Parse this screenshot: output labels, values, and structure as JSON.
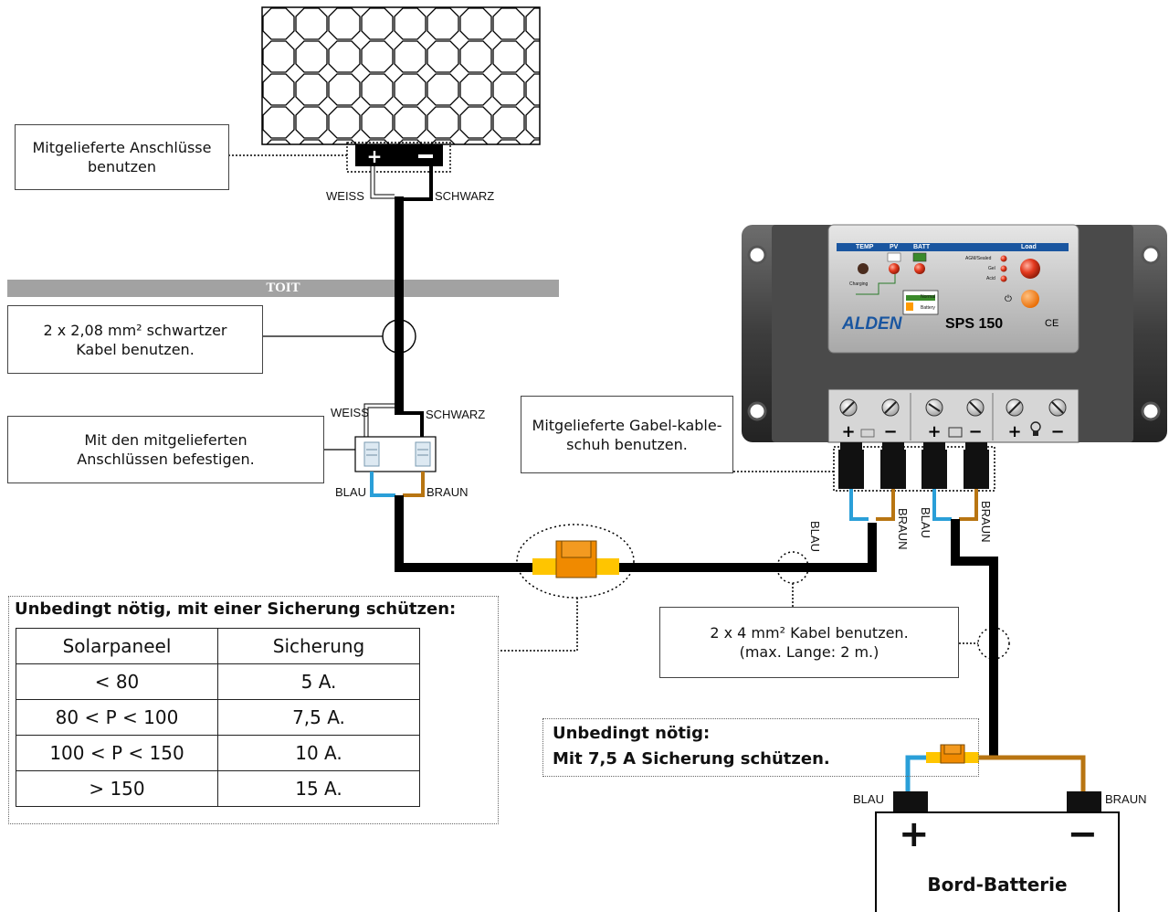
{
  "labels": {
    "weiss_top": "WEISS",
    "schwarz_top": "SCHWARZ",
    "weiss_mid": "WEISS",
    "schwarz_mid": "SCHWARZ",
    "blau_left": "BLAU",
    "braun_left": "BRAUN",
    "roof": "TOIT",
    "blau_c1": "BLAU",
    "braun_c1": "BRAUN",
    "blau_c2": "BLAU",
    "braun_c2": "BRAUN",
    "blau_bat": "BLAU",
    "braun_bat": "BRAUN"
  },
  "callouts": {
    "connectors": "Mitgelieferte Anschlüsse\nbenutzen",
    "cable_208": "2 x 2,08 mm² schwartzer\nKabel benutzen.",
    "attach": "Mit den mitgelieferten\nAnschlüssen befestigen.",
    "fork": "Mitgelieferte Gabel-kable-\nschuh benutzen.",
    "cable_4": "2 x 4 mm² Kabel benutzen.\n(max. Lange: 2 m.)"
  },
  "fuse_warning": {
    "title": "Unbedingt nötig, mit einer Sicherung schützen:",
    "headers": [
      "Solarpaneel",
      "Sicherung"
    ],
    "rows": [
      [
        "< 80",
        "5 A."
      ],
      [
        "80 < P < 100",
        "7,5 A."
      ],
      [
        "100 < P < 150",
        "10 A."
      ],
      [
        "> 150",
        "15 A."
      ]
    ]
  },
  "battery_warning": {
    "line1": "Unbedingt nötig:",
    "line2": "Mit 7,5 A Sicherung schützen."
  },
  "controller": {
    "brand": "ALDEN",
    "model": "SPS 150",
    "ce": "CE",
    "temp": "TEMP",
    "pv": "PV",
    "batt": "BATT",
    "load": "Load",
    "agm": "AGM/Sealed",
    "gel": "Gel",
    "acid": "Acid",
    "charging": "Charging",
    "normal": "Normal",
    "battery": "Battery"
  },
  "battery": {
    "plus": "+",
    "minus": "−",
    "name": "Bord-Batterie"
  },
  "colors": {
    "blue_wire": "#2a9fd8",
    "brown_wire": "#b87512",
    "fuse": "#f08a00",
    "fuse_holder": "#ffc500",
    "roof": "#a2a2a2",
    "panel_face": "#c9c9c9",
    "header_bar": "#1a56a0"
  }
}
